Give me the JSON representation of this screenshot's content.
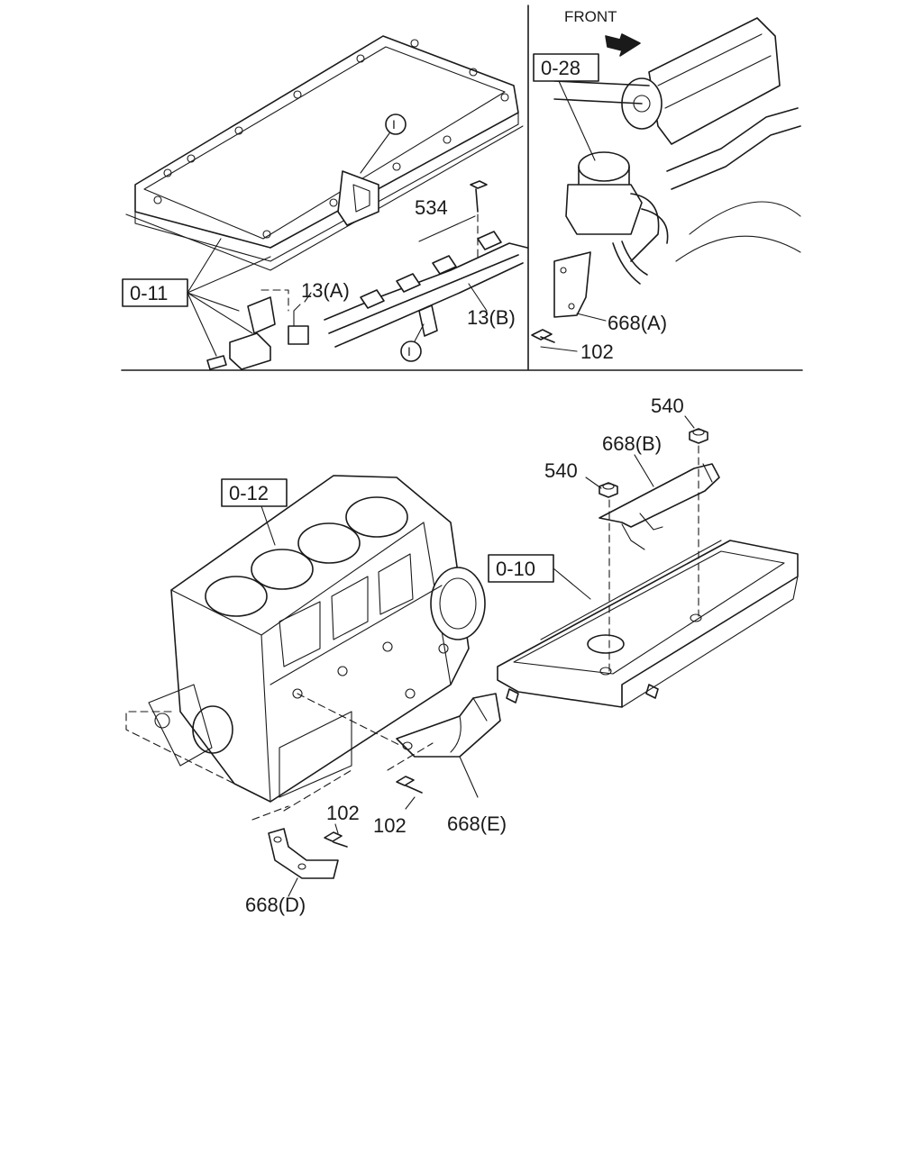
{
  "labels": {
    "front": "FRONT",
    "ref_0_11": "0-11",
    "ref_0_28": "0-28",
    "ref_0_12": "0-12",
    "ref_0_10": "0-10",
    "p13a": "13(A)",
    "p13b": "13(B)",
    "p534": "534",
    "p668a": "668(A)",
    "p102_top": "102",
    "p540_a": "540",
    "p540_b": "540",
    "p668b": "668(B)",
    "p102_mid": "102",
    "p102_low": "102",
    "p668e": "668(E)",
    "p668d": "668(D)",
    "callout_i_1": "I",
    "callout_i_2": "I"
  }
}
